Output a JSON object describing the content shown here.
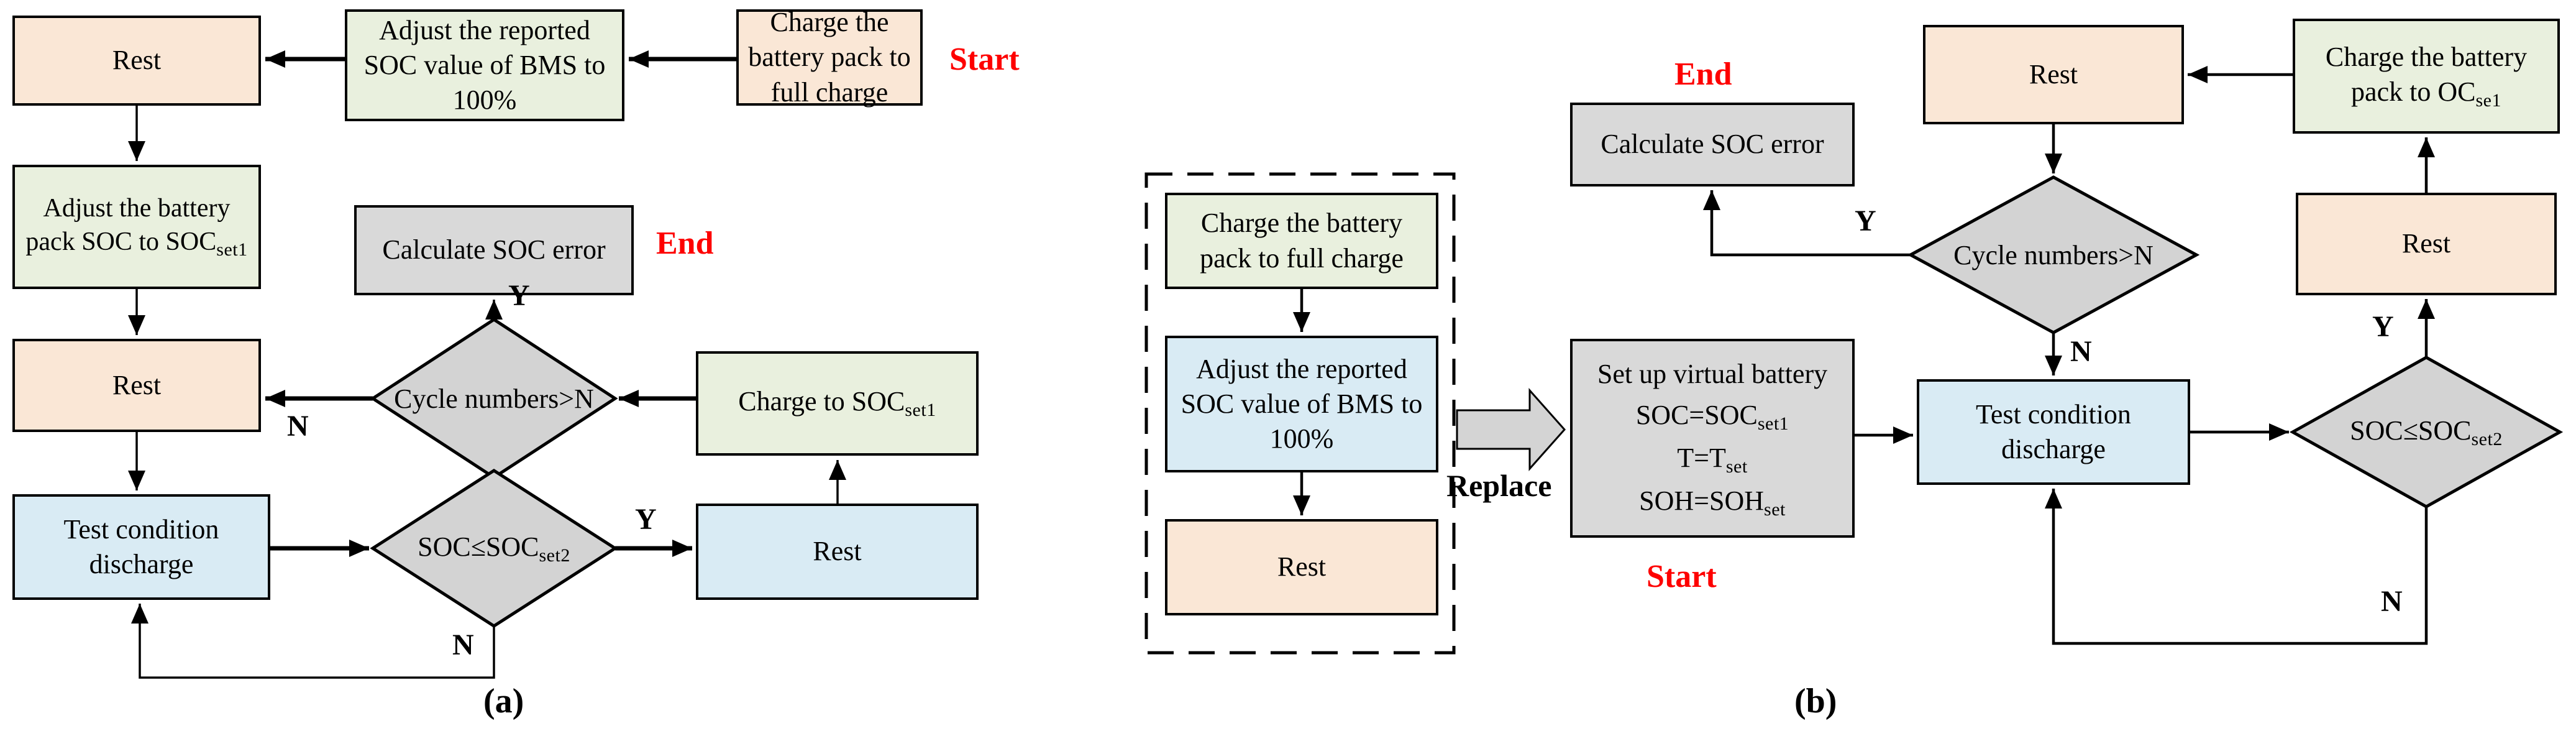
{
  "labels": {
    "yes": "Y",
    "no": "N",
    "start": "Start",
    "end": "End",
    "replace": "Replace",
    "fig_a": "(a)",
    "fig_b": "(b)"
  },
  "flowchart_a": {
    "rest_top": "Rest",
    "adjust_reported": "Adjust the reported SOC value of BMS to 100%",
    "charge_full": "Charge the battery pack to full charge",
    "adjust_pack_pre": "Adjust the battery pack SOC to SOC",
    "adjust_pack_sub": "set1",
    "calc_error": "Calculate SOC error",
    "rest_mid": "Rest",
    "cycle_check": "Cycle numbers>N",
    "charge_to_pre": "Charge to SOC",
    "charge_to_sub": "set1",
    "test_discharge": "Test condition discharge",
    "soc_check_pre": "SOC≤SOC",
    "soc_check_sub": "set2",
    "rest_right": "Rest"
  },
  "flowchart_b": {
    "charge_full": "Charge the battery pack to full charge",
    "adjust_reported": "Adjust the reported SOC value of BMS to 100%",
    "rest_dashed": "Rest",
    "setup_line1": "Set up virtual battery",
    "setup_soc_pre": "SOC=SOC",
    "setup_soc_sub": "set1",
    "setup_t_pre": "T=T",
    "setup_t_sub": "set",
    "setup_soh_pre": "SOH=SOH",
    "setup_soh_sub": "set",
    "calc_error": "Calculate SOC error",
    "rest_top": "Rest",
    "charge_oc_pre": "Charge the battery pack to OC",
    "charge_oc_sub": "se1",
    "cycle_check": "Cycle numbers>N",
    "test_discharge": "Test condition discharge",
    "soc_check_pre": "SOC≤SOC",
    "soc_check_sub": "set2",
    "rest_right": "Rest"
  },
  "colors": {
    "box_peach": "#fae7d6",
    "box_green": "#e9f0de",
    "box_blue": "#d9ebf4",
    "box_gray": "#d9d9d9",
    "diamond_gray": "#d3d3d3",
    "label_red": "#fe0000",
    "line_black": "#000000"
  }
}
